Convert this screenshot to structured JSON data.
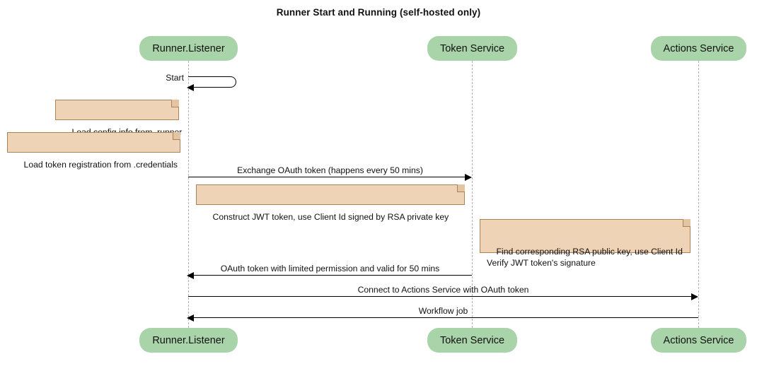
{
  "diagram": {
    "title": "Runner Start and Running (self-hosted only)",
    "type": "sequence-diagram",
    "colors": {
      "participant_fill": "#a9d4a9",
      "note_fill": "#eed3b7",
      "note_border": "#ab8258",
      "lifeline": "#b0b0b0",
      "arrow": "#000000"
    }
  },
  "participants": [
    {
      "id": "runner",
      "label": "Runner.Listener"
    },
    {
      "id": "token",
      "label": "Token Service"
    },
    {
      "id": "actions",
      "label": "Actions Service"
    }
  ],
  "participants_bottom": [
    {
      "id": "runner",
      "label": "Runner.Listener"
    },
    {
      "id": "token",
      "label": "Token Service"
    },
    {
      "id": "actions",
      "label": "Actions Service"
    }
  ],
  "messages": [
    {
      "id": "m1",
      "label": "Start",
      "from": "runner",
      "to": "runner",
      "kind": "self"
    },
    {
      "id": "m2",
      "label": "Exchange OAuth token (happens every 50 mins)",
      "from": "runner",
      "to": "token",
      "direction": "right"
    },
    {
      "id": "m3",
      "label": "OAuth token with limited permission and valid for 50 mins",
      "from": "token",
      "to": "runner",
      "direction": "left"
    },
    {
      "id": "m4",
      "label": "Connect to Actions Service with OAuth token",
      "from": "runner",
      "to": "actions",
      "direction": "right"
    },
    {
      "id": "m5",
      "label": "Workflow job",
      "from": "actions",
      "to": "runner",
      "direction": "left"
    }
  ],
  "notes": [
    {
      "id": "n1",
      "text": "Load config info from .runner",
      "attached_to": "runner"
    },
    {
      "id": "n2",
      "text": "Load token registration from .credentials",
      "attached_to": "runner"
    },
    {
      "id": "n3",
      "text": "Construct JWT token, use Client Id signed by RSA private key",
      "attached_to": "runner"
    },
    {
      "id": "n4",
      "text": "Find corresponding RSA public key, use Client Id\nVerify JWT token's signature",
      "attached_to": "token"
    }
  ]
}
